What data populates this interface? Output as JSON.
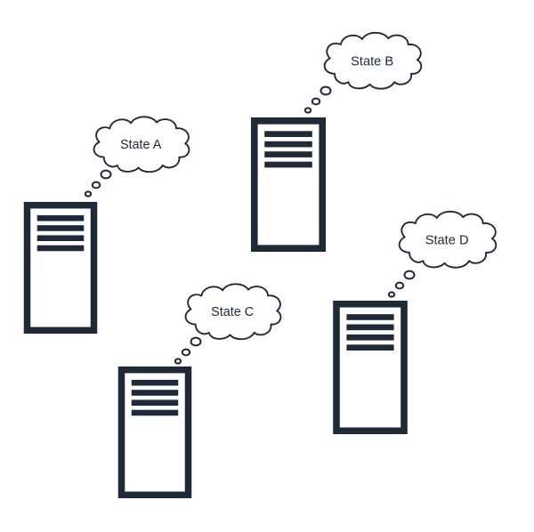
{
  "diagram": {
    "type": "distributed-servers-thought-diagram",
    "nodes": [
      {
        "id": "server-a",
        "label": "State A"
      },
      {
        "id": "server-b",
        "label": "State B"
      },
      {
        "id": "server-c",
        "label": "State C"
      },
      {
        "id": "server-d",
        "label": "State D"
      }
    ],
    "colors": {
      "ink": "#1f2937",
      "background": "#ffffff"
    }
  }
}
